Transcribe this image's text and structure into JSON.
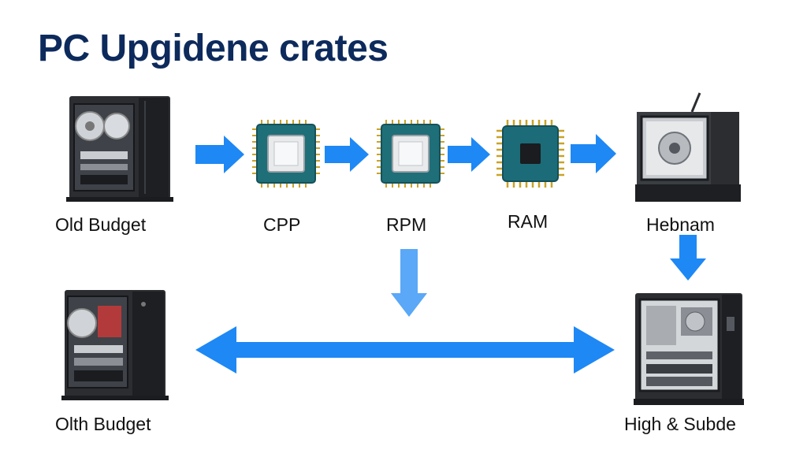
{
  "title": "PC Upgidene crates",
  "nodes": {
    "old_budget": {
      "label": "Old Budget",
      "icon": "pc-tower-icon"
    },
    "cpp": {
      "label": "CPP",
      "icon": "cpu-chip-icon"
    },
    "rpm": {
      "label": "RPM",
      "icon": "cpu-chip-icon"
    },
    "ram": {
      "label": "RAM",
      "icon": "microchip-icon"
    },
    "hebnam": {
      "label": "Hebnam",
      "icon": "server-case-icon"
    },
    "olth_budget": {
      "label": "Olth Budget",
      "icon": "pc-tower-icon"
    },
    "high_subde": {
      "label": "High & Subde",
      "icon": "pc-case-icon"
    }
  },
  "colors": {
    "title": "#0d2a5c",
    "arrow": "#1e88f5",
    "arrow_light": "#5aa8f7",
    "case_dark": "#2b2d31",
    "chip_board": "#1f6f78",
    "chip_pins": "#c9a227"
  }
}
